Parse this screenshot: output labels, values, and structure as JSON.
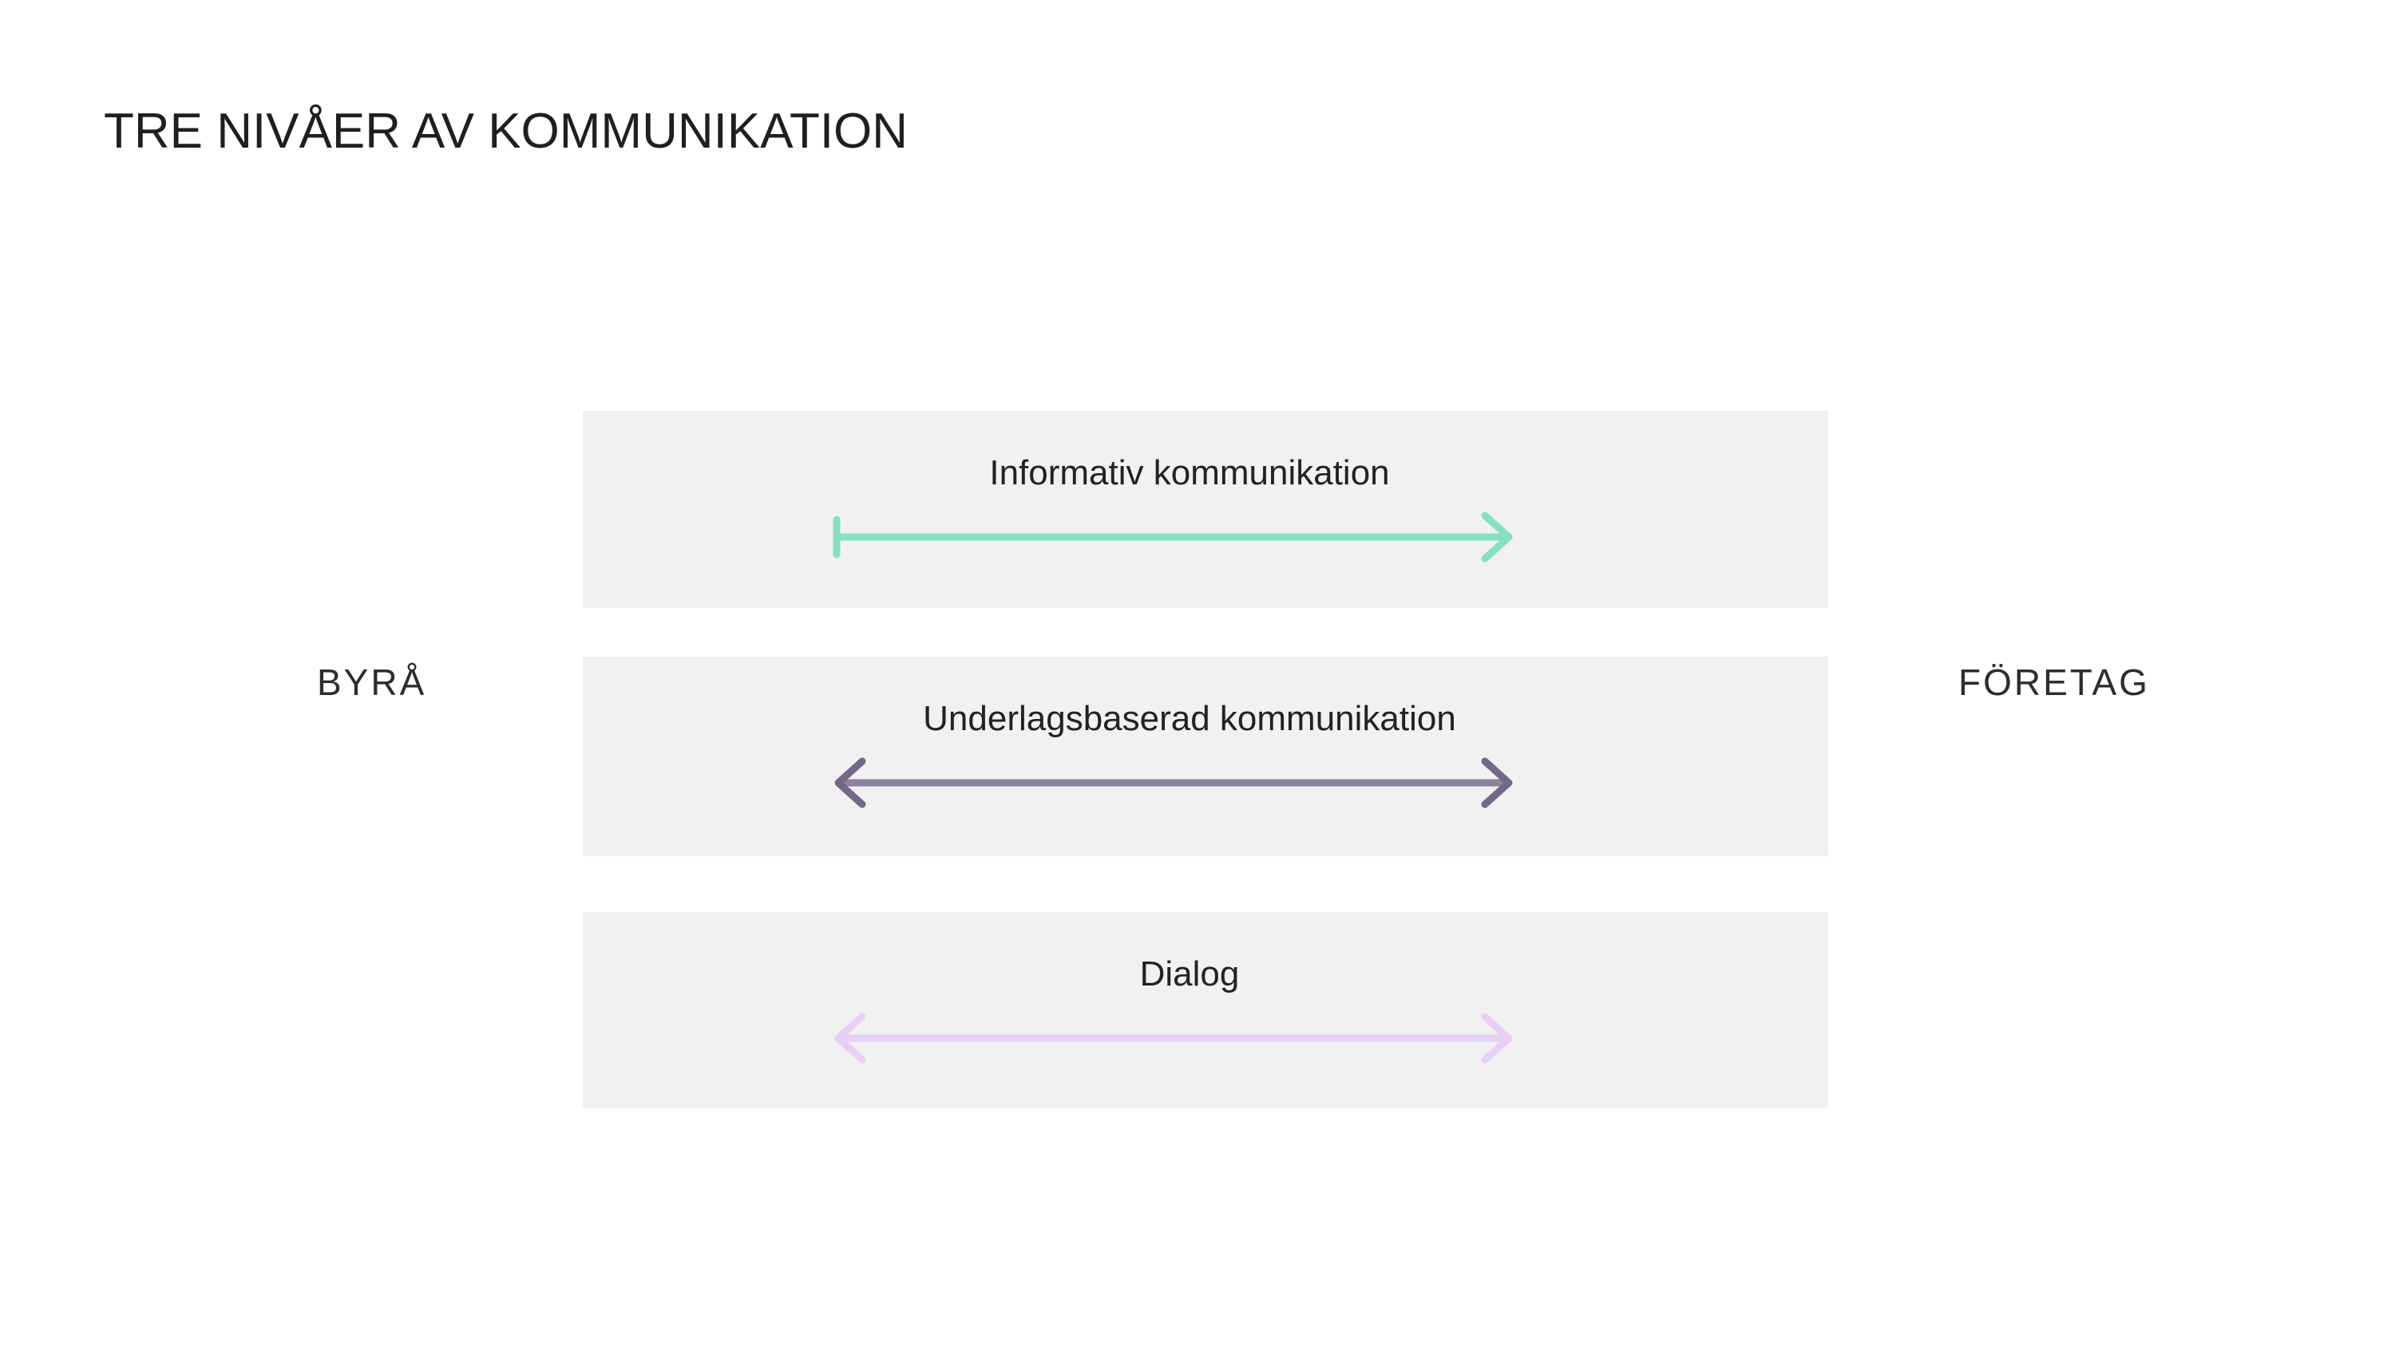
{
  "slide": {
    "title": "TRE NIVÅER AV KOMMUNIKATION"
  },
  "actors": {
    "left": "BYRÅ",
    "right": "FÖRETAG"
  },
  "levels": [
    {
      "label": "Informativ kommunikation",
      "arrow": {
        "type": "one-way",
        "direction": "byra-to-foretag",
        "color": "#87dfc4"
      }
    },
    {
      "label": "Underlagsbaserad kommunikation",
      "arrow": {
        "type": "two-way",
        "direction": "both",
        "line_color": "#8e819c",
        "head_color": "#756789"
      }
    },
    {
      "label": "Dialog",
      "arrow": {
        "type": "two-way",
        "direction": "both",
        "color": "#e7cff6"
      }
    }
  ],
  "colors": {
    "page_background": "#ffffff",
    "box_background": "#f1f1f1",
    "title_text": "#1f1f1f",
    "label_text": "#222222",
    "side_label_text": "#2d2d2d"
  }
}
